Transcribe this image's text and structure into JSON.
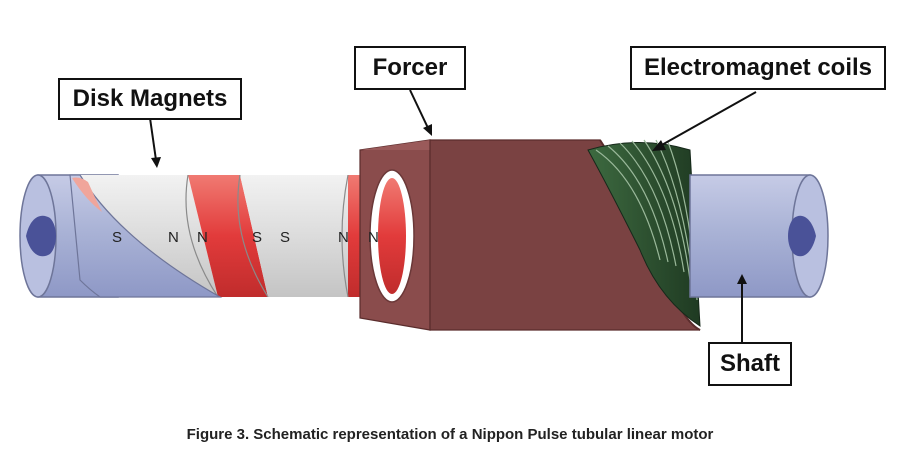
{
  "labels": {
    "disk_magnets": "Disk Magnets",
    "forcer": "Forcer",
    "coils": "Electromagnet coils",
    "shaft": "Shaft"
  },
  "poles": [
    "S",
    "N",
    "N",
    "S",
    "S",
    "N",
    "N"
  ],
  "caption": "Figure 3. Schematic representation of a Nippon Pulse tubular linear motor",
  "colors": {
    "shaft": "#aab3d6",
    "shaft_end": "#4a5298",
    "magnet_white": "#dedede",
    "magnet_red": "#e34a4a",
    "forcer": "#7a4242",
    "coils": "#2c4a2e"
  }
}
